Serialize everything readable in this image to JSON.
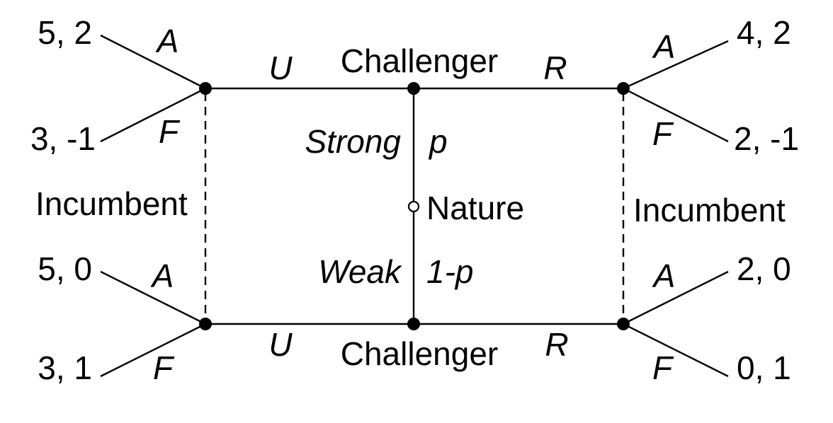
{
  "nodes": {
    "nature": "Nature",
    "challenger_top": "Challenger",
    "challenger_bottom": "Challenger",
    "incumbent_left": "Incumbent",
    "incumbent_right": "Incumbent"
  },
  "branches": {
    "strong": "Strong",
    "p": "p",
    "weak": "Weak",
    "one_minus_p": "1-p",
    "u_top": "U",
    "r_top": "R",
    "u_bottom": "U",
    "r_bottom": "R",
    "a_top_left": "A",
    "f_top_left": "F",
    "a_top_right": "A",
    "f_top_right": "F",
    "a_bottom_left": "A",
    "f_bottom_left": "F",
    "a_bottom_right": "A",
    "f_bottom_right": "F"
  },
  "payoffs": {
    "top_left_a": "5, 2",
    "top_left_f": "3, -1",
    "top_right_a": "4, 2",
    "top_right_f": "2, -1",
    "bottom_left_a": "5, 0",
    "bottom_left_f": "3, 1",
    "bottom_right_a": "2, 0",
    "bottom_right_f": "0, 1"
  },
  "colors": {
    "line": "#000000",
    "background": "#ffffff"
  }
}
